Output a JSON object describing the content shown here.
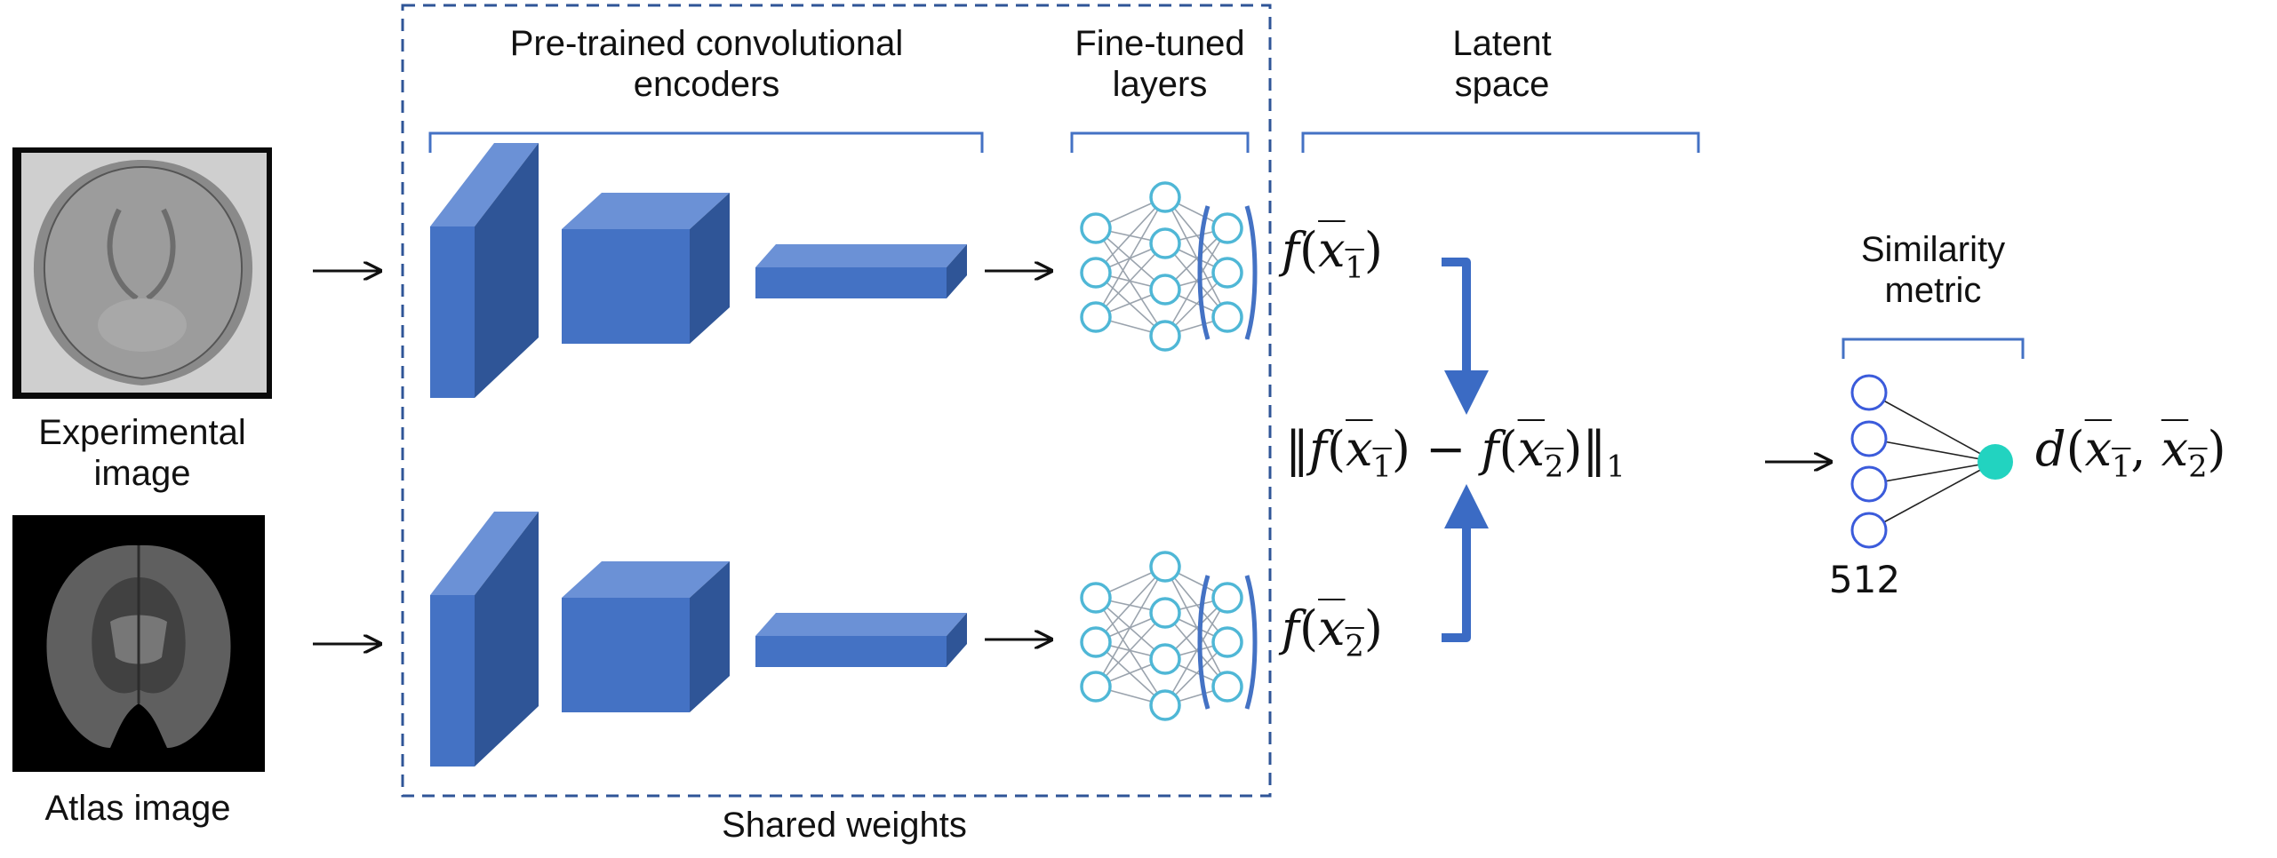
{
  "colors": {
    "block_front": "#4472C4",
    "block_top": "#6B91D6",
    "block_side": "#2F5597",
    "node_stroke": "#4FB7D6",
    "bracket": "#4472C4",
    "dashed_box": "#2F5597",
    "output_node": "#22D3C0",
    "arrow": "#111111"
  },
  "labels": {
    "encoders_title_1": "Pre-trained convolutional",
    "encoders_title_2": "encoders",
    "finetuned_title_1": "Fine-tuned",
    "finetuned_title_2": "layers",
    "latent_title_1": "Latent",
    "latent_title_2": "space",
    "similarity_title_1": "Similarity",
    "similarity_title_2": "metric",
    "experimental_1": "Experimental",
    "experimental_2": "image",
    "atlas": "Atlas image",
    "shared": "Shared weights",
    "count_512": "512"
  },
  "math": {
    "f1_fn": "f",
    "f1_open": "(",
    "f1_var": "x",
    "f1_sub": "1",
    "f1_close": ")",
    "f2_fn": "f",
    "f2_open": "(",
    "f2_var": "x",
    "f2_sub": "2",
    "f2_close": ")",
    "norm_open": "‖",
    "norm_fn_a": "f",
    "norm_var_a": "x",
    "norm_sub_a": "1",
    "norm_minus": " − ",
    "norm_fn_b": "f",
    "norm_var_b": "x",
    "norm_sub_b": "2",
    "norm_close": "‖",
    "norm_sub": "1",
    "d_fn": "d",
    "d_var_a": "x",
    "d_sub_a": "1",
    "d_comma": ", ",
    "d_var_b": "x",
    "d_sub_b": "2"
  },
  "icons": {
    "experimental_image": "brain-section-photo-icon",
    "atlas_image": "brain-atlas-icon"
  }
}
